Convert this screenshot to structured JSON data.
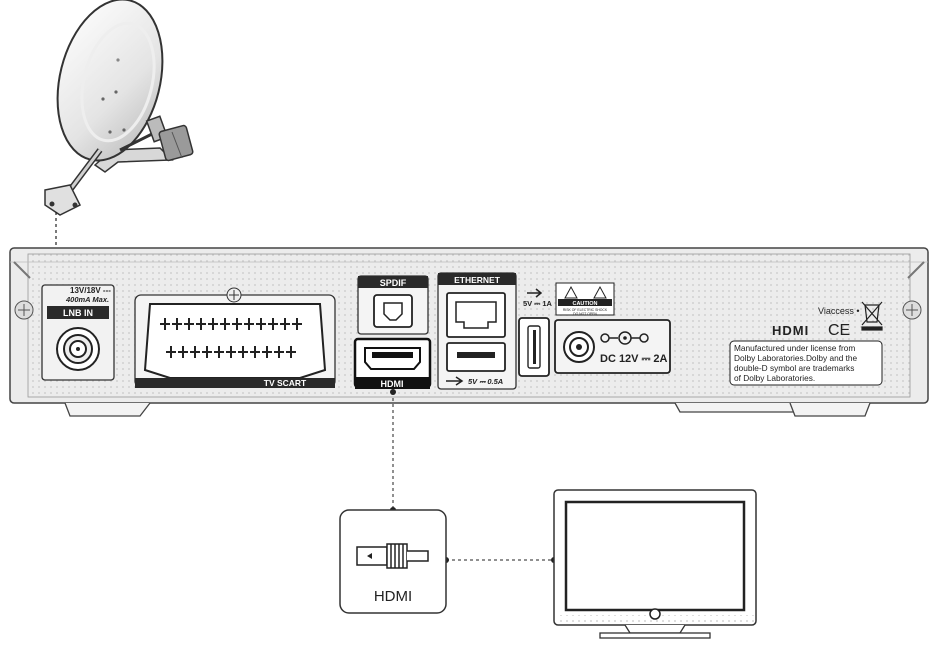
{
  "receiver": {
    "lnb_voltage": "13V/18V ---",
    "lnb_current": "400mA Max.",
    "lnb_in": "LNB IN",
    "tv_scart": "TV SCART",
    "spdif": "SPDIF",
    "hdmi": "HDMI",
    "ethernet": "ETHERNET",
    "usb_back": "5V ⎓ 0.5A",
    "usb_side": "5V ⎓ 1A",
    "caution": "CAUTION",
    "caution_line1": "RISK OF ELECTRIC SHOCK",
    "caution_line2": "DO NOT OPEN",
    "dc": "DC 12V ⎓ 2A",
    "viaccess": "Viaccess •",
    "hdmi_logo": "HDMI",
    "ce_mark": "CE",
    "dolby_license": [
      "Manufactured under license from",
      "Dolby Laboratories.Dolby and the",
      "double-D symbol are trademarks",
      "of Dolby Laboratories."
    ]
  },
  "cable": {
    "label": "HDMI"
  },
  "icons": [
    "satellite-dish-icon",
    "hdmi-connector-icon",
    "tv-icon",
    "usb-icon"
  ]
}
